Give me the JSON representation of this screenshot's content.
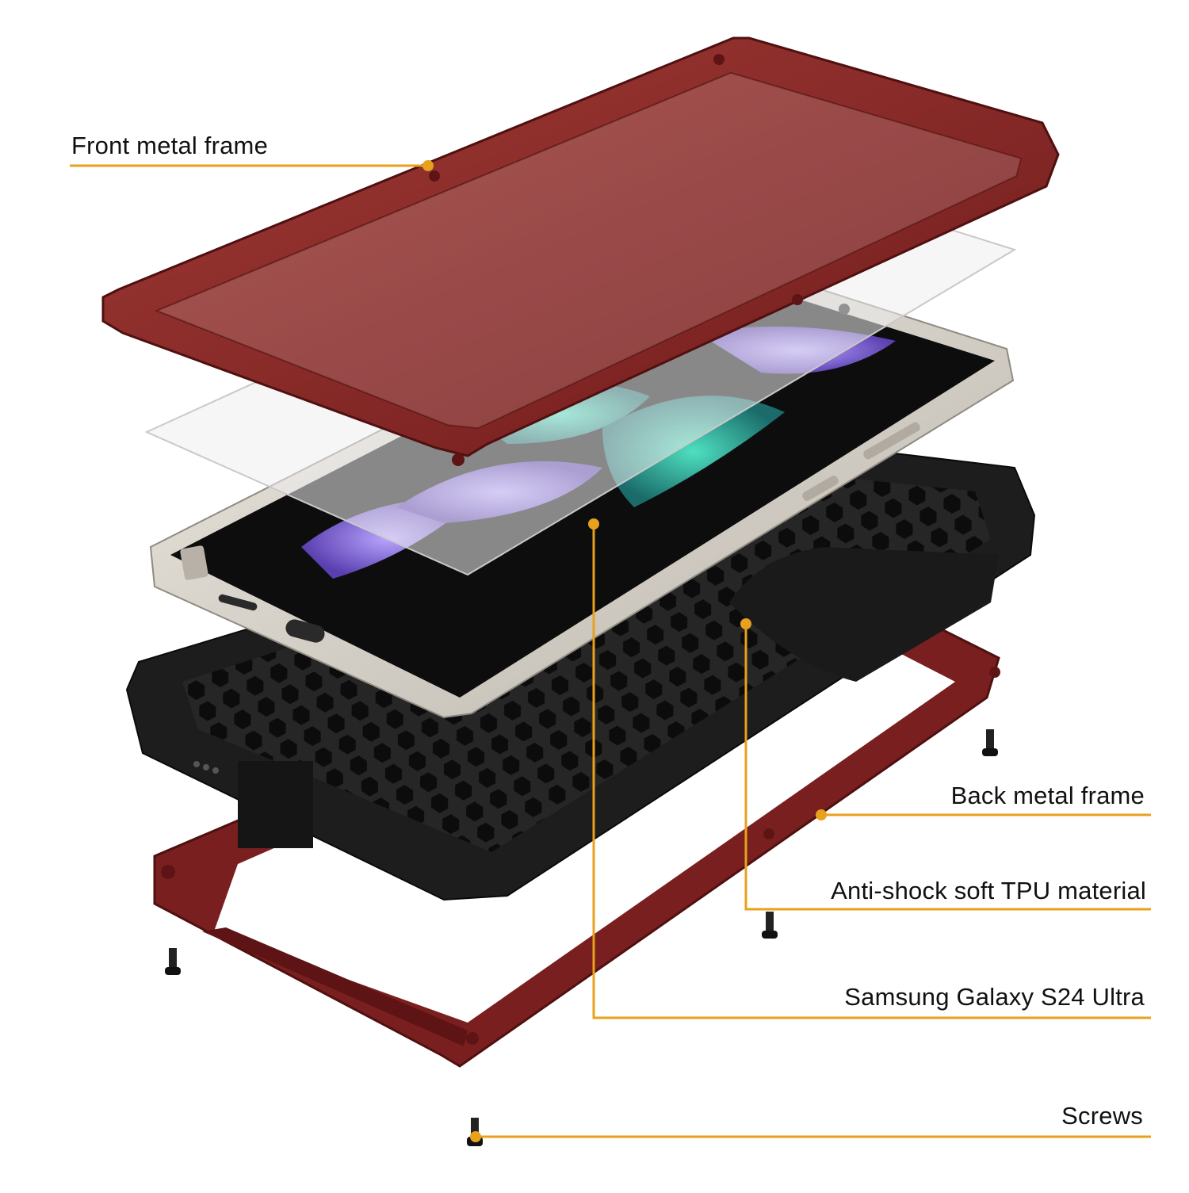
{
  "diagram": {
    "callouts": [
      {
        "id": "front",
        "label": "Front metal frame"
      },
      {
        "id": "back",
        "label": "Back metal frame"
      },
      {
        "id": "tpu",
        "label": "Anti-shock soft TPU material"
      },
      {
        "id": "phone",
        "label": "Samsung Galaxy S24 Ultra"
      },
      {
        "id": "screws",
        "label": "Screws"
      }
    ],
    "screen_wallpaper_label": "",
    "colors": {
      "frame": "#8b2525",
      "frame_shadow": "#5e1414",
      "tpu": "#1f1f1f",
      "phone_body": "#d9d4cc",
      "screen": "#0d0d0d",
      "callout_line": "#e8a11c",
      "glass": "#eeeeee"
    }
  }
}
